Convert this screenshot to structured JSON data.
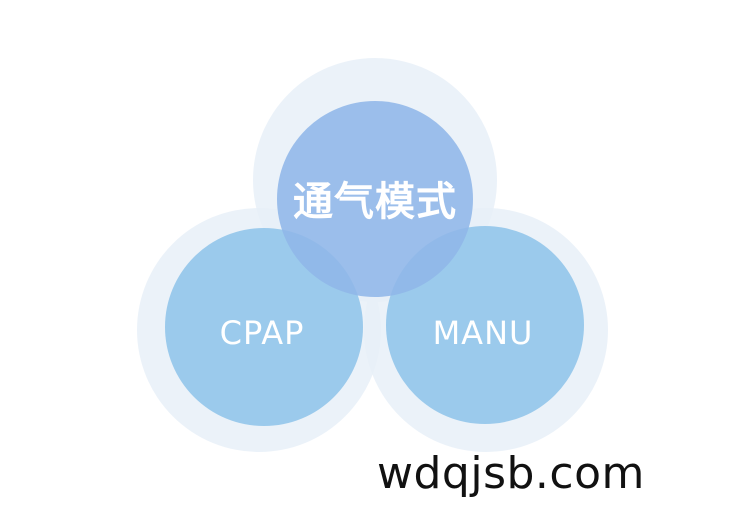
{
  "diagram": {
    "type": "venn",
    "sets": {
      "top": {
        "label": "通气模式"
      },
      "left": {
        "label": "CPAP"
      },
      "right": {
        "label": "MANU"
      }
    }
  },
  "watermark": {
    "text": "wdqjsb.com"
  },
  "colors": {
    "halo": "#e8f0f8",
    "top_circle": "#8fb6e8",
    "side_circle": "#94c7ea",
    "label_text": "#ffffff",
    "watermark_text": "#111111"
  }
}
